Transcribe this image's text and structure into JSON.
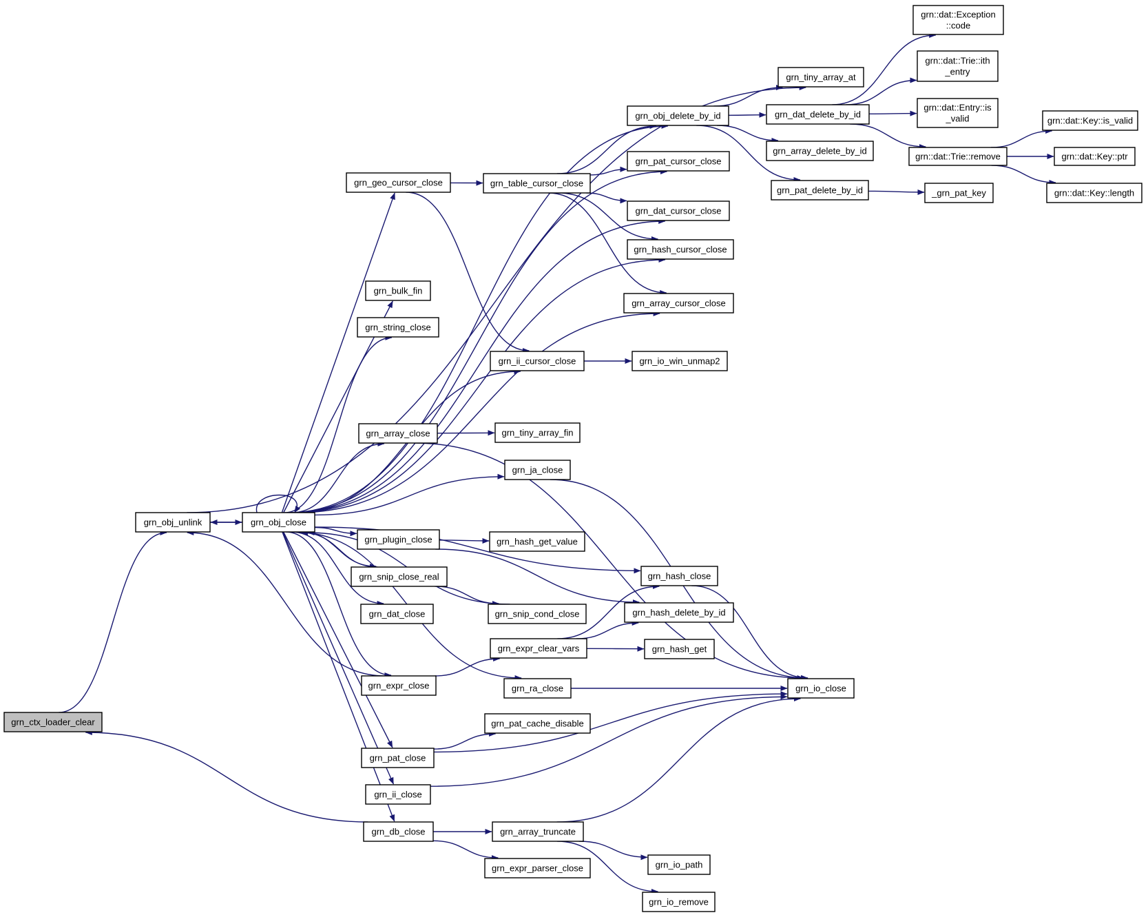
{
  "nodes": [
    {
      "id": "ctx_loader_clear",
      "lines": [
        "grn_ctx_loader_clear"
      ],
      "root": true
    },
    {
      "id": "obj_unlink",
      "lines": [
        "grn_obj_unlink"
      ]
    },
    {
      "id": "obj_close",
      "lines": [
        "grn_obj_close"
      ]
    },
    {
      "id": "tiny_array_at",
      "lines": [
        "grn_tiny_array_at"
      ]
    },
    {
      "id": "obj_delete_by_id",
      "lines": [
        "grn_obj_delete_by_id"
      ]
    },
    {
      "id": "dat_delete_by_id",
      "lines": [
        "grn_dat_delete_by_id"
      ]
    },
    {
      "id": "dat_exception_code",
      "lines": [
        "grn::dat::Exception",
        "::code"
      ]
    },
    {
      "id": "dat_trie_ith_entry",
      "lines": [
        "grn::dat::Trie::ith",
        "_entry"
      ]
    },
    {
      "id": "dat_entry_is_valid",
      "lines": [
        "grn::dat::Entry::is",
        "_valid"
      ]
    },
    {
      "id": "dat_trie_remove",
      "lines": [
        "grn::dat::Trie::remove"
      ]
    },
    {
      "id": "dat_key_is_valid",
      "lines": [
        "grn::dat::Key::is_valid"
      ]
    },
    {
      "id": "dat_key_ptr",
      "lines": [
        "grn::dat::Key::ptr"
      ]
    },
    {
      "id": "dat_key_length",
      "lines": [
        "grn::dat::Key::length"
      ]
    },
    {
      "id": "array_delete_by_id",
      "lines": [
        "grn_array_delete_by_id"
      ]
    },
    {
      "id": "pat_delete_by_id",
      "lines": [
        "grn_pat_delete_by_id"
      ]
    },
    {
      "id": "pat_key",
      "lines": [
        "_grn_pat_key"
      ]
    },
    {
      "id": "pat_cursor_close",
      "lines": [
        "grn_pat_cursor_close"
      ]
    },
    {
      "id": "geo_cursor_close",
      "lines": [
        "grn_geo_cursor_close"
      ]
    },
    {
      "id": "table_cursor_close",
      "lines": [
        "grn_table_cursor_close"
      ]
    },
    {
      "id": "dat_cursor_close",
      "lines": [
        "grn_dat_cursor_close"
      ]
    },
    {
      "id": "hash_cursor_close",
      "lines": [
        "grn_hash_cursor_close"
      ]
    },
    {
      "id": "bulk_fin",
      "lines": [
        "grn_bulk_fin"
      ]
    },
    {
      "id": "string_close",
      "lines": [
        "grn_string_close"
      ]
    },
    {
      "id": "array_cursor_close",
      "lines": [
        "grn_array_cursor_close"
      ]
    },
    {
      "id": "ii_cursor_close",
      "lines": [
        "grn_ii_cursor_close"
      ]
    },
    {
      "id": "io_win_unmap2",
      "lines": [
        "grn_io_win_unmap2"
      ]
    },
    {
      "id": "array_close",
      "lines": [
        "grn_array_close"
      ]
    },
    {
      "id": "tiny_array_fin",
      "lines": [
        "grn_tiny_array_fin"
      ]
    },
    {
      "id": "ja_close",
      "lines": [
        "grn_ja_close"
      ]
    },
    {
      "id": "plugin_close",
      "lines": [
        "grn_plugin_close"
      ]
    },
    {
      "id": "hash_get_value",
      "lines": [
        "grn_hash_get_value"
      ]
    },
    {
      "id": "snip_close_real",
      "lines": [
        "grn_snip_close_real"
      ]
    },
    {
      "id": "hash_close",
      "lines": [
        "grn_hash_close"
      ]
    },
    {
      "id": "hash_delete_by_id",
      "lines": [
        "grn_hash_delete_by_id"
      ]
    },
    {
      "id": "dat_close",
      "lines": [
        "grn_dat_close"
      ]
    },
    {
      "id": "snip_cond_close",
      "lines": [
        "grn_snip_cond_close"
      ]
    },
    {
      "id": "expr_clear_vars",
      "lines": [
        "grn_expr_clear_vars"
      ]
    },
    {
      "id": "hash_get",
      "lines": [
        "grn_hash_get"
      ]
    },
    {
      "id": "expr_close",
      "lines": [
        "grn_expr_close"
      ]
    },
    {
      "id": "ra_close",
      "lines": [
        "grn_ra_close"
      ]
    },
    {
      "id": "io_close",
      "lines": [
        "grn_io_close"
      ]
    },
    {
      "id": "pat_cache_disable",
      "lines": [
        "grn_pat_cache_disable"
      ]
    },
    {
      "id": "pat_close",
      "lines": [
        "grn_pat_close"
      ]
    },
    {
      "id": "ii_close",
      "lines": [
        "grn_ii_close"
      ]
    },
    {
      "id": "db_close",
      "lines": [
        "grn_db_close"
      ]
    },
    {
      "id": "array_truncate",
      "lines": [
        "grn_array_truncate"
      ]
    },
    {
      "id": "io_path",
      "lines": [
        "grn_io_path"
      ]
    },
    {
      "id": "expr_parser_close",
      "lines": [
        "grn_expr_parser_close"
      ]
    },
    {
      "id": "io_remove",
      "lines": [
        "grn_io_remove"
      ]
    }
  ],
  "edges": [
    [
      "ctx_loader_clear",
      "obj_unlink"
    ],
    [
      "db_close",
      "ctx_loader_clear"
    ],
    [
      "obj_unlink",
      "obj_close"
    ],
    [
      "obj_unlink",
      "tiny_array_at"
    ],
    [
      "obj_close",
      "obj_close"
    ],
    [
      "obj_close",
      "obj_unlink"
    ],
    [
      "obj_close",
      "obj_delete_by_id"
    ],
    [
      "obj_close",
      "pat_cursor_close"
    ],
    [
      "obj_close",
      "geo_cursor_close"
    ],
    [
      "obj_close",
      "dat_cursor_close"
    ],
    [
      "obj_close",
      "hash_cursor_close"
    ],
    [
      "obj_close",
      "bulk_fin"
    ],
    [
      "obj_close",
      "string_close"
    ],
    [
      "obj_close",
      "array_cursor_close"
    ],
    [
      "obj_close",
      "ii_cursor_close"
    ],
    [
      "obj_close",
      "array_close"
    ],
    [
      "obj_close",
      "ja_close"
    ],
    [
      "obj_close",
      "hash_close"
    ],
    [
      "obj_close",
      "plugin_close"
    ],
    [
      "obj_close",
      "snip_close_real"
    ],
    [
      "obj_close",
      "dat_close"
    ],
    [
      "obj_close",
      "expr_close"
    ],
    [
      "obj_close",
      "ra_close"
    ],
    [
      "obj_close",
      "pat_close"
    ],
    [
      "obj_close",
      "ii_close"
    ],
    [
      "obj_close",
      "db_close"
    ],
    [
      "obj_delete_by_id",
      "tiny_array_at"
    ],
    [
      "obj_delete_by_id",
      "dat_delete_by_id"
    ],
    [
      "obj_delete_by_id",
      "array_delete_by_id"
    ],
    [
      "obj_delete_by_id",
      "pat_delete_by_id"
    ],
    [
      "dat_delete_by_id",
      "dat_exception_code"
    ],
    [
      "dat_delete_by_id",
      "dat_trie_ith_entry"
    ],
    [
      "dat_delete_by_id",
      "dat_entry_is_valid"
    ],
    [
      "dat_delete_by_id",
      "dat_trie_remove"
    ],
    [
      "dat_trie_remove",
      "dat_key_is_valid"
    ],
    [
      "dat_trie_remove",
      "dat_key_ptr"
    ],
    [
      "dat_trie_remove",
      "dat_key_length"
    ],
    [
      "pat_delete_by_id",
      "pat_key"
    ],
    [
      "geo_cursor_close",
      "table_cursor_close"
    ],
    [
      "geo_cursor_close",
      "ii_cursor_close"
    ],
    [
      "table_cursor_close",
      "obj_delete_by_id"
    ],
    [
      "table_cursor_close",
      "pat_cursor_close"
    ],
    [
      "table_cursor_close",
      "dat_cursor_close"
    ],
    [
      "table_cursor_close",
      "hash_cursor_close"
    ],
    [
      "table_cursor_close",
      "array_cursor_close"
    ],
    [
      "ii_cursor_close",
      "io_win_unmap2"
    ],
    [
      "array_close",
      "tiny_array_fin"
    ],
    [
      "array_close",
      "io_close"
    ],
    [
      "ja_close",
      "io_close"
    ],
    [
      "plugin_close",
      "hash_get_value"
    ],
    [
      "plugin_close",
      "hash_delete_by_id"
    ],
    [
      "snip_close_real",
      "obj_close"
    ],
    [
      "snip_close_real",
      "snip_cond_close"
    ],
    [
      "snip_cond_close",
      "obj_close"
    ],
    [
      "hash_close",
      "io_close"
    ],
    [
      "expr_clear_vars",
      "hash_close"
    ],
    [
      "expr_clear_vars",
      "hash_delete_by_id"
    ],
    [
      "expr_clear_vars",
      "hash_get"
    ],
    [
      "expr_close",
      "obj_unlink"
    ],
    [
      "expr_close",
      "expr_clear_vars"
    ],
    [
      "ra_close",
      "io_close"
    ],
    [
      "pat_close",
      "pat_cache_disable"
    ],
    [
      "pat_close",
      "io_close"
    ],
    [
      "ii_close",
      "io_close"
    ],
    [
      "db_close",
      "array_truncate"
    ],
    [
      "db_close",
      "expr_parser_close"
    ],
    [
      "array_truncate",
      "io_close"
    ],
    [
      "array_truncate",
      "io_path"
    ],
    [
      "array_truncate",
      "io_remove"
    ]
  ]
}
